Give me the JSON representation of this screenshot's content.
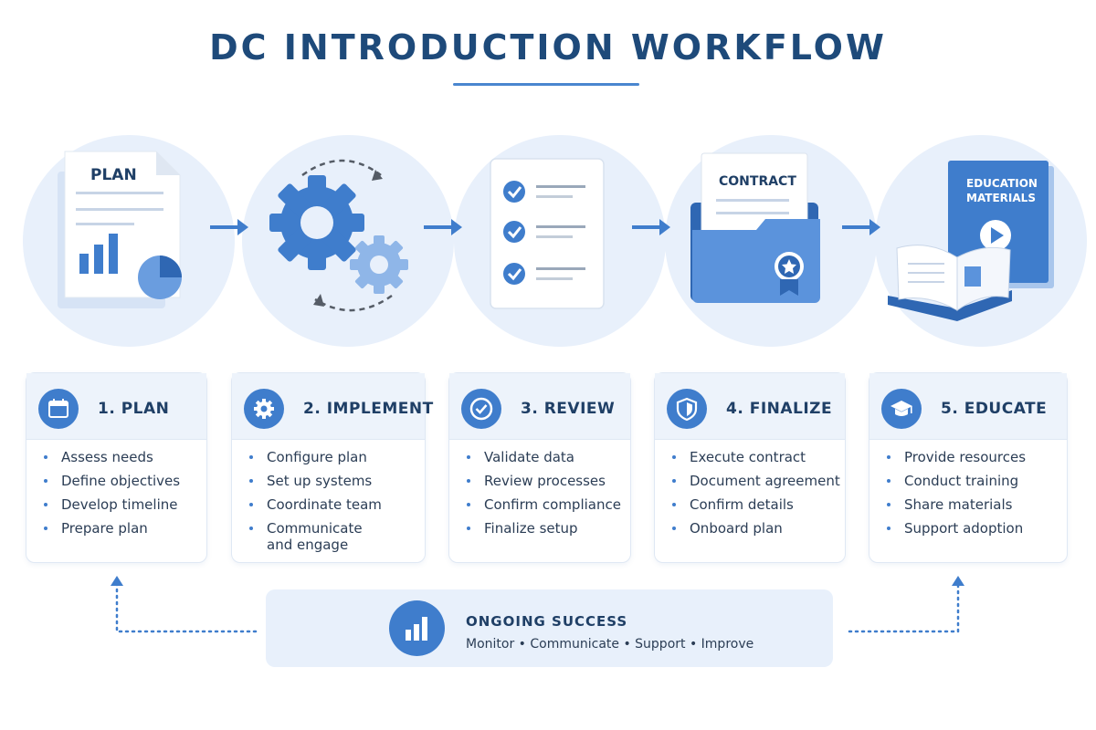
{
  "title": "DC INTRODUCTION WORKFLOW",
  "illustrations": {
    "plan_doc_label": "PLAN",
    "contract_label": "CONTRACT",
    "education_line1": "EDUCATION",
    "education_line2": "MATERIALS"
  },
  "steps": [
    {
      "title": "1.  PLAN",
      "icon": "calendar-icon",
      "items": [
        "Assess needs",
        "Define objectives",
        "Develop timeline",
        "Prepare plan"
      ]
    },
    {
      "title": "2.  IMPLEMENT",
      "icon": "gear-icon",
      "items": [
        "Configure plan",
        "Set up systems",
        "Coordinate team",
        "Communicate",
        "and engage"
      ]
    },
    {
      "title": "3.  REVIEW",
      "icon": "check-circle-icon",
      "items": [
        "Validate data",
        "Review processes",
        "Confirm compliance",
        "Finalize setup"
      ]
    },
    {
      "title": "4.  FINALIZE",
      "icon": "shield-check-icon",
      "items": [
        "Execute contract",
        "Document agreement",
        "Confirm details",
        "Onboard plan"
      ]
    },
    {
      "title": "5.  EDUCATE",
      "icon": "graduation-cap-icon",
      "items": [
        "Provide resources",
        "Conduct training",
        "Share materials",
        "Support adoption"
      ]
    }
  ],
  "ongoing": {
    "title": "ONGOING SUCCESS",
    "subtitle": "Monitor • Communicate • Support • Improve"
  },
  "colors": {
    "primary": "#3f7dcc",
    "dark": "#1e4a7a",
    "light_bg": "#e8f0fb",
    "card_head": "#edf3fb"
  }
}
